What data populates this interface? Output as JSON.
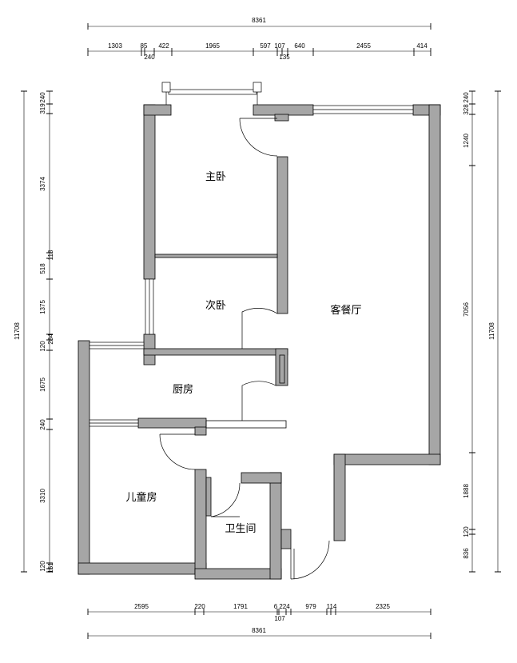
{
  "rooms": {
    "master_bedroom": "主卧",
    "second_bedroom": "次卧",
    "living_dining": "客餐厅",
    "kitchen": "厨房",
    "children_room": "儿童房",
    "bathroom": "卫生间"
  },
  "dimensions": {
    "top_total": "8361",
    "top_segments": [
      "1303",
      "85",
      "240",
      "422",
      "1965",
      "597",
      "107",
      "135",
      "640",
      "2455",
      "414"
    ],
    "bottom_segments": [
      "2595",
      "220",
      "1791",
      "6",
      "224",
      "107",
      "979",
      "114",
      "2325"
    ],
    "bottom_total": "8361",
    "left_total": "11708",
    "left_segments": [
      "240",
      "319",
      "3374",
      "118",
      "518",
      "1375",
      "120",
      "284",
      "1675",
      "240",
      "3310",
      "120",
      "151"
    ],
    "right_total": "11708",
    "right_segments": [
      "240",
      "328",
      "1240",
      "7056",
      "1888",
      "120",
      "836"
    ]
  },
  "colors": {
    "wall_fill": "#a6a6a6",
    "stroke": "#000000"
  }
}
